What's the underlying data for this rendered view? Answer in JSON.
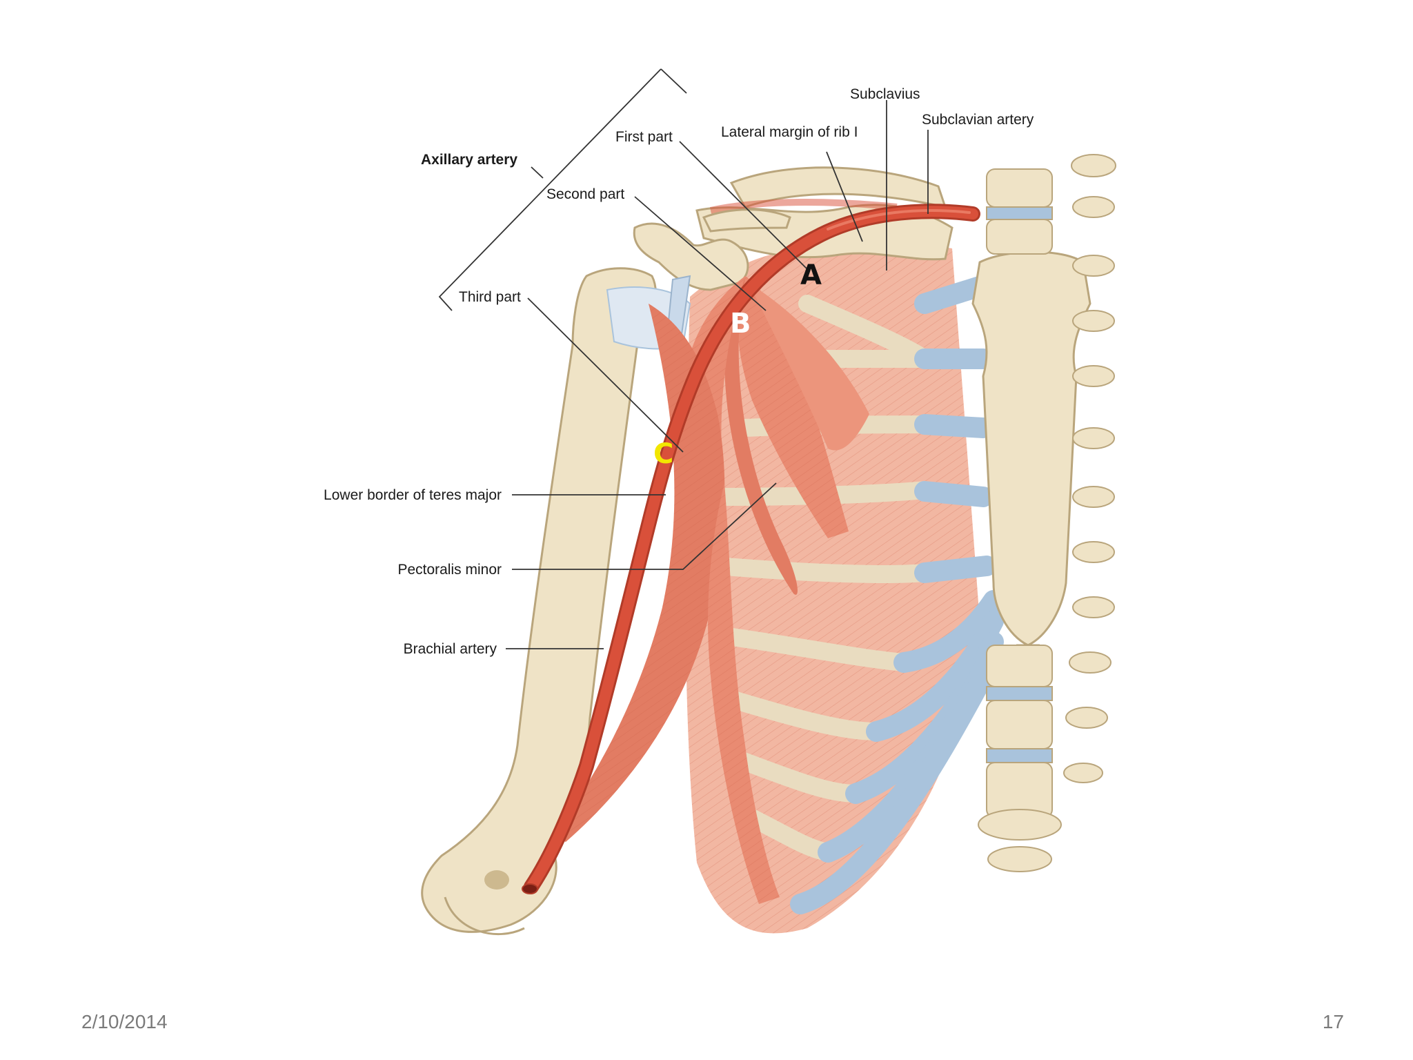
{
  "labels": {
    "axillary_artery": "Axillary artery",
    "first_part": "First part",
    "second_part": "Second part",
    "third_part": "Third part",
    "lateral_margin": "Lateral margin of rib I",
    "subclavius": "Subclavius",
    "subclavian_artery": "Subclavian artery",
    "lower_border": "Lower border of teres major",
    "pectoralis_minor": "Pectoralis minor",
    "brachial_artery": "Brachial artery"
  },
  "markers": {
    "a": "A",
    "b": "B",
    "c": "C"
  },
  "footer": {
    "date": "2/10/2014",
    "page": "17"
  },
  "colors": {
    "bone": "#efe3c6",
    "bone_edge": "#b9a57c",
    "muscle": "#e98b72",
    "muscle_dark": "#d4674f",
    "cartilage": "#a9c3dc",
    "artery": "#d9503a",
    "marker_a": "#111111",
    "marker_b": "#ffffff",
    "marker_c": "#f2e600"
  }
}
